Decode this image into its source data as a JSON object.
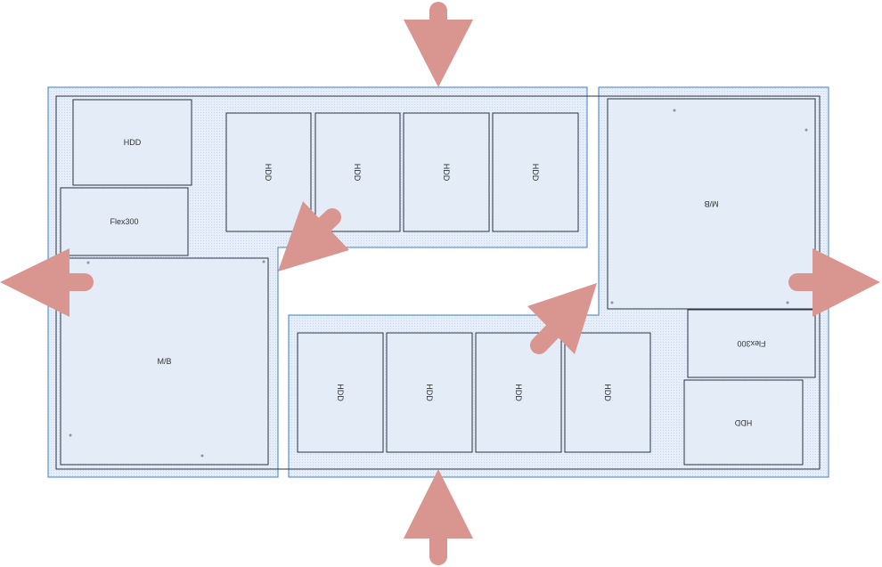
{
  "colors": {
    "arrow": "#d9958f",
    "zone_outline": "#3f7fd6",
    "zone_fill": "#e2ebf7",
    "box_outline": "#2a3340"
  },
  "left_unit": {
    "hdd_label": "HDD",
    "flex_label": "Flex300",
    "mb_label": "M/B",
    "drive_labels": [
      "HDD",
      "HDD",
      "HDD",
      "HDD"
    ]
  },
  "right_unit": {
    "hdd_label": "HDD",
    "flex_label": "Flex300",
    "mb_label": "M/B",
    "drive_labels": [
      "HDD",
      "HDD",
      "HDD",
      "HDD"
    ]
  }
}
